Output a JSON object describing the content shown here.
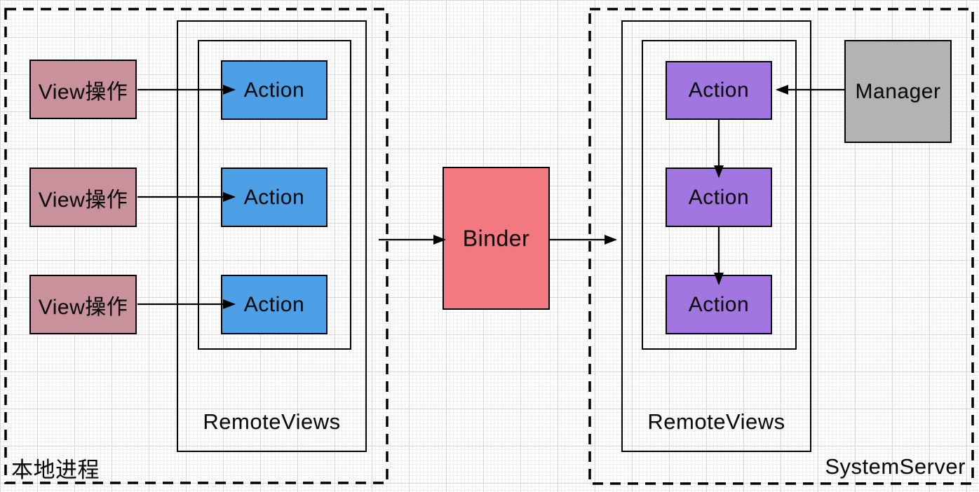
{
  "diagram": {
    "left_container": {
      "label": "本地进程",
      "view_op_boxes": [
        {
          "label": "View操作"
        },
        {
          "label": "View操作"
        },
        {
          "label": "View操作"
        }
      ],
      "remoteviews": {
        "label": "RemoteViews",
        "actions": [
          {
            "label": "Action"
          },
          {
            "label": "Action"
          },
          {
            "label": "Action"
          }
        ]
      }
    },
    "binder": {
      "label": "Binder"
    },
    "right_container": {
      "label": "SystemServer",
      "remoteviews": {
        "label": "RemoteViews",
        "actions": [
          {
            "label": "Action"
          },
          {
            "label": "Action"
          },
          {
            "label": "Action"
          }
        ]
      },
      "manager": {
        "label": "Manager"
      }
    },
    "colors": {
      "view_op_fill": "#c9919b",
      "action_left_fill": "#4d9fe6",
      "action_right_fill": "#a276e0",
      "binder_fill": "#f4787f",
      "manager_fill": "#b3b3b3",
      "line_color": "#000000"
    }
  }
}
